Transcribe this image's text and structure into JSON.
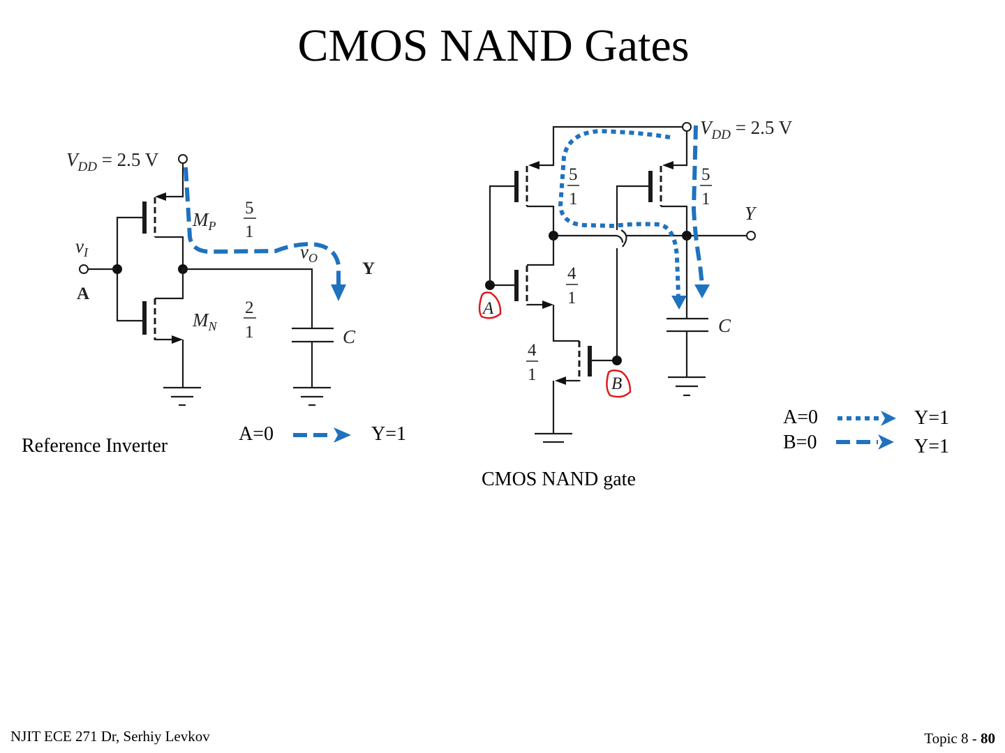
{
  "slide": {
    "title": "CMOS NAND Gates",
    "footer_left": "NJIT ECE 271  Dr, Serhiy Levkov",
    "footer_right_prefix": "Topic 8 - ",
    "footer_right_page": "80"
  },
  "inverter": {
    "caption": "Reference Inverter",
    "vdd_label_v": "V",
    "vdd_label_sub": "DD",
    "vdd_label_value": " = 2.5 V",
    "input_label_v": "v",
    "input_label_sub": "I",
    "output_label_v": "v",
    "output_label_sub": "O",
    "mp_label": "M",
    "mp_sub": "P",
    "mn_label": "M",
    "mn_sub": "N",
    "mp_ratio_num": "5",
    "mp_ratio_den": "1",
    "mn_ratio_num": "2",
    "mn_ratio_den": "1",
    "cap_label": "C",
    "input_name": "A",
    "output_name": "Y",
    "legend": {
      "input": "A=0",
      "output": "Y=1",
      "arrow_style": "dashed"
    }
  },
  "nand": {
    "caption": "CMOS NAND gate",
    "vdd_label_v": "V",
    "vdd_label_sub": "DD",
    "vdd_label_value": " = 2.5 V",
    "output_label": "Y",
    "cap_label": "C",
    "input_a": "A",
    "input_b": "B",
    "pmos_a_ratio_num": "5",
    "pmos_a_ratio_den": "1",
    "pmos_b_ratio_num": "5",
    "pmos_b_ratio_den": "1",
    "nmos_a_ratio_num": "4",
    "nmos_a_ratio_den": "1",
    "nmos_b_ratio_num": "4",
    "nmos_b_ratio_den": "1",
    "highlight_color": "#e0181c",
    "legend": [
      {
        "input": "A=0",
        "output": "Y=1",
        "arrow_style": "dotted"
      },
      {
        "input": "B=0",
        "output": "Y=1",
        "arrow_style": "dashed"
      }
    ]
  },
  "colors": {
    "current_path": "#1f72be",
    "highlight": "#e0181c"
  }
}
